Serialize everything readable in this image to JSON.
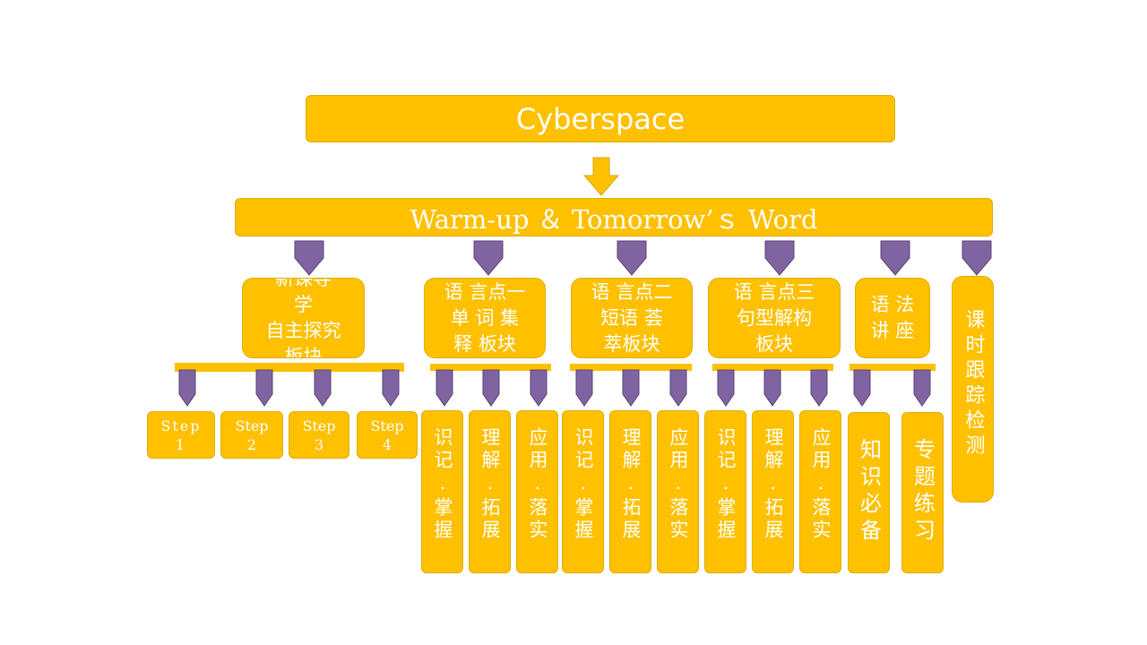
{
  "title": "Cyberspace",
  "subtitle": "Warm-up ＆ Tomorrow’ｓ Word",
  "colors": {
    "box": "#FFC000",
    "connector": "#8064A2",
    "text": "#FFFFFF"
  },
  "sections": [
    {
      "label": "新课导\n学\n自主探究\n板块",
      "children": [
        "Step\n1",
        "Step\n2",
        "Step\n3",
        "Step\n4"
      ]
    },
    {
      "label": "语 言点一\n单 词 集\n释 板块",
      "children": [
        "识记.掌握",
        "理解.拓展",
        "应用.落实"
      ]
    },
    {
      "label": "语 言点二\n短语 荟\n萃板块",
      "children": [
        "识记.掌握",
        "理解.拓展",
        "应用.落实"
      ]
    },
    {
      "label": "语 言点三\n句型解构\n板块",
      "children": [
        "识记.掌握",
        "理解.拓展",
        "应用.落实"
      ]
    },
    {
      "label": "语 法\n讲 座",
      "children": [
        "知识必备",
        "专题练习"
      ]
    },
    {
      "label": "课时跟踪检测",
      "children": []
    }
  ]
}
